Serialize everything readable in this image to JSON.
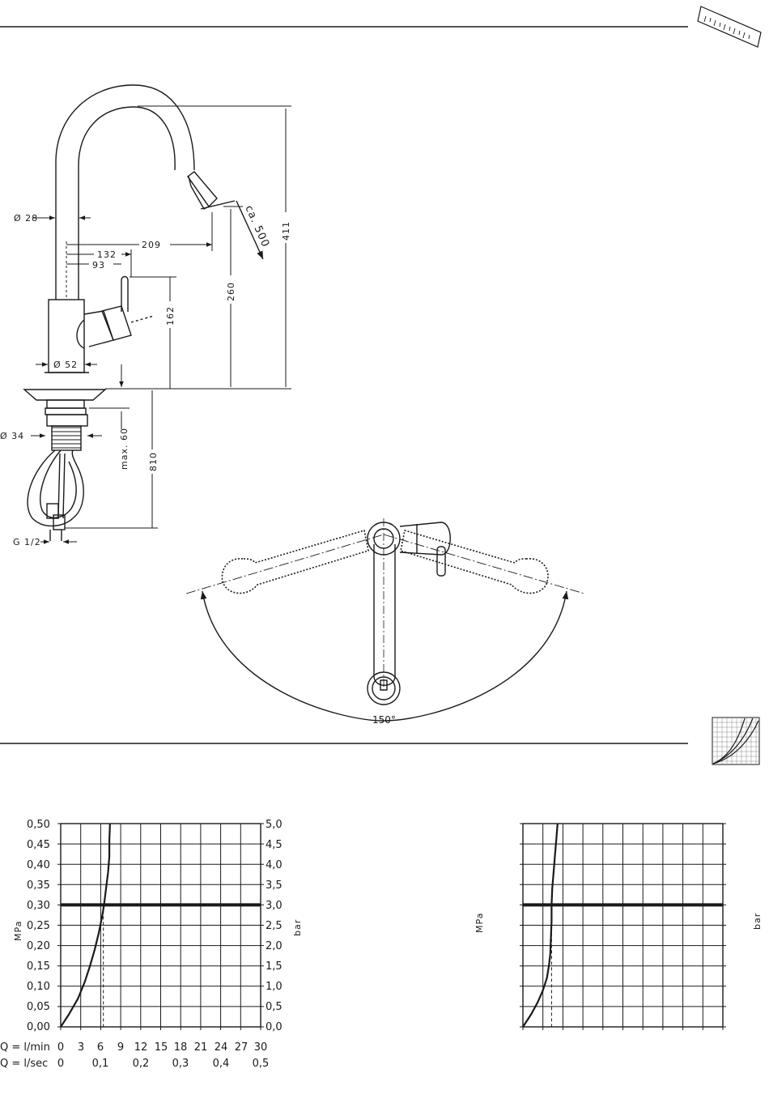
{
  "dimensions": {
    "d28": "Ø 28",
    "d209": "209",
    "d132": "132",
    "d93": "93",
    "d162": "162",
    "d260": "260",
    "d411": "411",
    "d500": "ca. 500",
    "d52": "Ø 52",
    "d34": "Ø 34",
    "dmax60": "max. 60",
    "d810": "810",
    "dg12": "G 1/2",
    "angle": "150°"
  },
  "chart_data": [
    {
      "type": "line",
      "left_axis_label": "MPa",
      "right_axis_label": "bar",
      "y_left_ticks": [
        "0,00",
        "0,05",
        "0,10",
        "0,15",
        "0,20",
        "0,25",
        "0,30",
        "0,35",
        "0,40",
        "0,45",
        "0,50"
      ],
      "y_right_ticks": [
        "0,0",
        "0,5",
        "1,0",
        "1,5",
        "2,0",
        "2,5",
        "3,0",
        "3,5",
        "4,0",
        "4,5",
        "5,0"
      ],
      "x_row1_label": "Q = l/min",
      "x_row1_ticks": [
        "0",
        "3",
        "6",
        "9",
        "12",
        "15",
        "18",
        "21",
        "24",
        "27",
        "30"
      ],
      "x_row2_label": "Q = l/sec",
      "x_row2_ticks": [
        "0",
        "0,1",
        "0,2",
        "0,3",
        "0,4",
        "0,5"
      ],
      "xlim": [
        0,
        30
      ],
      "ylim": [
        0,
        0.5
      ],
      "reference_pressure": 0.3,
      "reference_flow": 6.4,
      "series": [
        {
          "points": [
            [
              0,
              0
            ],
            [
              1.2,
              0.03
            ],
            [
              2.6,
              0.07
            ],
            [
              3.6,
              0.11
            ],
            [
              4.4,
              0.15
            ],
            [
              5.1,
              0.19
            ],
            [
              5.7,
              0.23
            ],
            [
              6.2,
              0.27
            ],
            [
              6.5,
              0.3
            ],
            [
              6.8,
              0.34
            ],
            [
              7.1,
              0.38
            ],
            [
              7.3,
              0.42
            ],
            [
              7.3,
              0.46
            ],
            [
              7.4,
              0.5
            ]
          ]
        }
      ],
      "grid": true
    },
    {
      "type": "line",
      "left_axis_label": "MPa",
      "right_axis_label": "bar",
      "xlim": [
        0,
        30
      ],
      "ylim": [
        0,
        0.5
      ],
      "reference_pressure": 0.3,
      "reference_flow": 4.3,
      "series": [
        {
          "points": [
            [
              0,
              0
            ],
            [
              1.2,
              0.03
            ],
            [
              2.2,
              0.06
            ],
            [
              3.0,
              0.09
            ],
            [
              3.6,
              0.12
            ],
            [
              3.9,
              0.15
            ],
            [
              4.1,
              0.18
            ],
            [
              4.2,
              0.22
            ],
            [
              4.3,
              0.26
            ],
            [
              4.3,
              0.3
            ],
            [
              4.4,
              0.34
            ],
            [
              4.6,
              0.38
            ],
            [
              4.8,
              0.42
            ],
            [
              5.0,
              0.46
            ],
            [
              5.2,
              0.5
            ]
          ]
        }
      ],
      "grid": true
    }
  ]
}
